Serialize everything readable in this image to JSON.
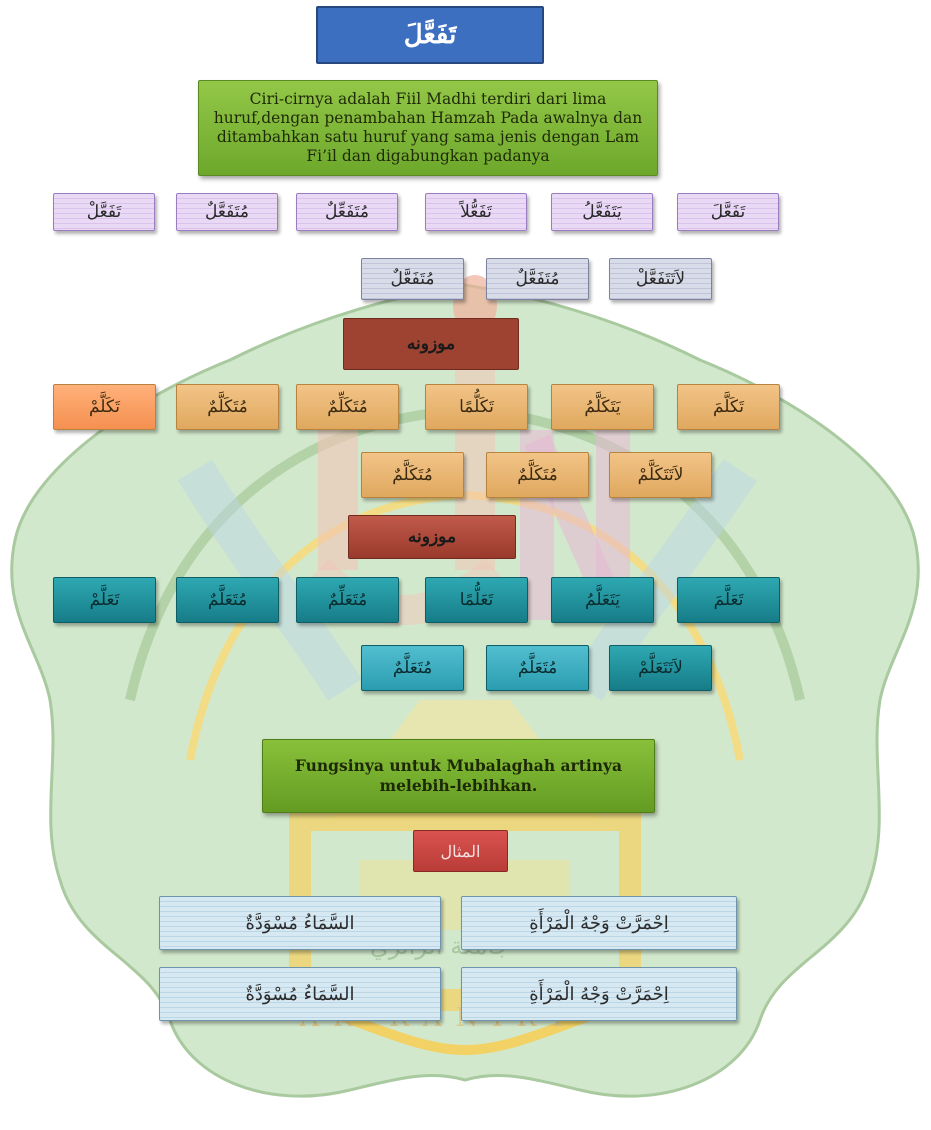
{
  "title": "تَفَعَّلَ",
  "description": "Ciri-cirnya adalah Fiil Madhi terdiri dari lima huruf,dengan penambahan Hamzah Pada awalnya  dan ditambahkan satu huruf yang sama jenis dengan Lam Fi’il dan digabungkan padanya",
  "pattern_row1": [
    "تَفَعَّلَ",
    "يَتَفَعَّلُ",
    "تَفَعُّلاً",
    "مُتَفَعِّلٌ",
    "مُتَفَعَّلٌ",
    "تَفَعَّلْ"
  ],
  "pattern_row2": [
    "لاَتَتَفَعَّلْ",
    "مُتَفَعَّلٌ",
    "مُتَفَعَّلٌ"
  ],
  "wazan_label_1": "موزونه",
  "kalam_row1": [
    "تَكَلَّمَ",
    "يَتَكَلَّمُ",
    "تَكَلُّمًا",
    "مُتَكَلِّمٌ",
    "مُتَكَلَّمٌ",
    "تَكَلَّمْ"
  ],
  "kalam_row2": [
    "لاَتَتَكَلَّمْ",
    "مُتَكَلَّمٌ",
    "مُتَكَلَّمٌ"
  ],
  "wazan_label_2": "موزونه",
  "alam_row1": [
    "تَعَلَّمَ",
    "يَتَعَلَّمُ",
    "تَعَلُّمًا",
    "مُتَعَلِّمٌ",
    "مُتَعَلَّمٌ",
    "تَعَلَّمْ"
  ],
  "alam_row2": [
    "لاَتَتَعَلَّمْ",
    "مُتَعَلَّمٌ",
    "مُتَعَلَّمٌ"
  ],
  "function_text": "Fungsinya untuk Mubalaghah artinya melebih-lebihkan.",
  "mithal_label": "المثال",
  "examples": [
    {
      "right": "اِحْمَرَّتْ وَجْهُ الْمَرْأَةِ",
      "left": "السَّمَاءُ مُسْوَدَّةٌ"
    },
    {
      "right": "اِحْمَرَّتْ وَجْهُ الْمَرْأَةِ",
      "left": "السَّمَاءُ مُسْوَدَّةٌ"
    }
  ],
  "watermark": {
    "arabic": "جامعة الرانري",
    "latin": "AR-RANIRY",
    "colors": {
      "green": "#cfe6c8",
      "gold": "#f2d265"
    }
  },
  "colors": {
    "title_bg": "#3d6fc0",
    "description_bg": "#7db235",
    "wazan_bg": "#9e4232",
    "mithal_bg": "#c9443f"
  }
}
